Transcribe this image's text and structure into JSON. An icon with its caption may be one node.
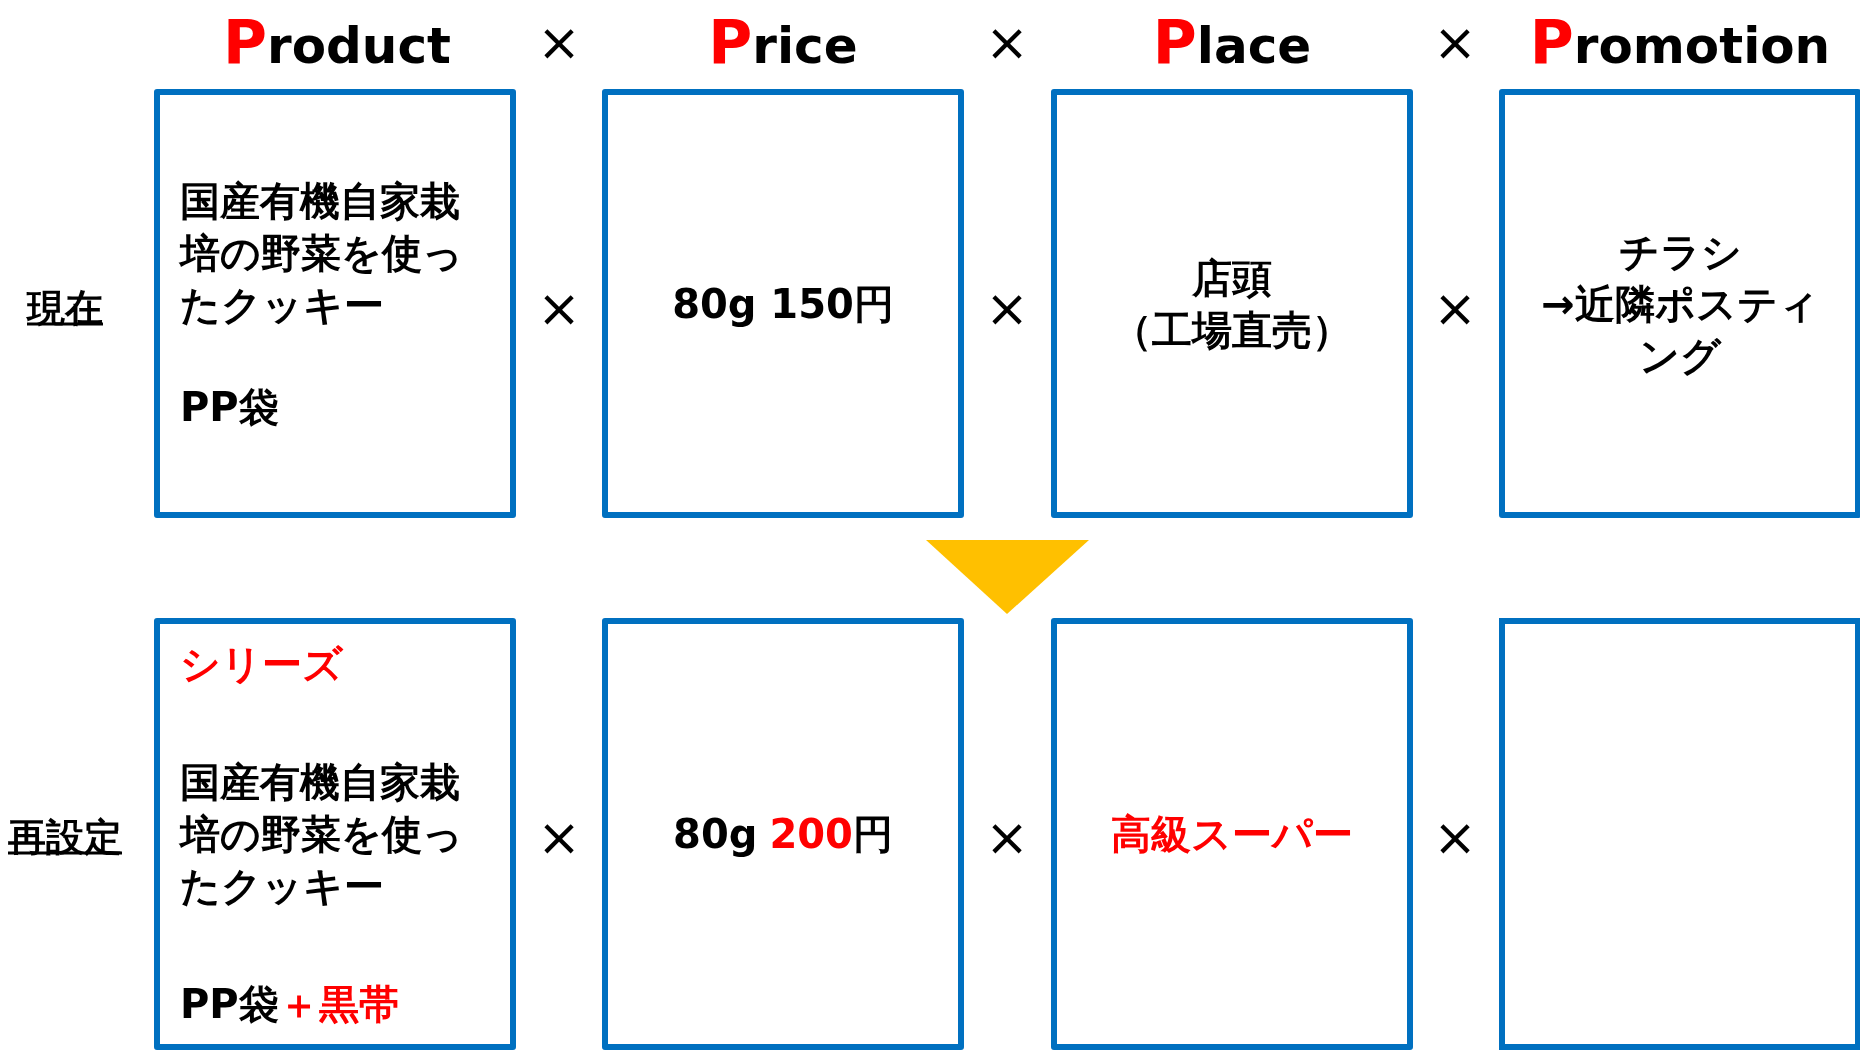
{
  "diagram": {
    "nodes": [
      {
        "text": [
          "国産有機自家栽培の野菜を使ったクッキー",
          "PP袋"
        ]
      },
      {
        "text": [
          "80g 150円"
        ]
      },
      {
        "text": [
          "店頭",
          "（工場直売）"
        ]
      },
      {
        "text": [
          "チラシ",
          "→近隣ポスティング"
        ]
      },
      {
        "text": [
          "シリーズ",
          "国産有機自家栽培の野菜を使ったクッキー",
          "PP袋",
          "＋黒帯"
        ]
      },
      {
        "text": [
          "80g",
          "200",
          "円"
        ]
      },
      {
        "text": [
          "高級スーパー"
        ]
      },
      {
        "text": [],
        "shape": "box"
      }
    ],
    "edges": [],
    "labels": [
      "Product",
      "×",
      "Price",
      "×",
      "Place",
      "×",
      "Promotion",
      "現在",
      "×",
      "×",
      "×",
      "再設定",
      "×",
      "×",
      "×"
    ]
  }
}
